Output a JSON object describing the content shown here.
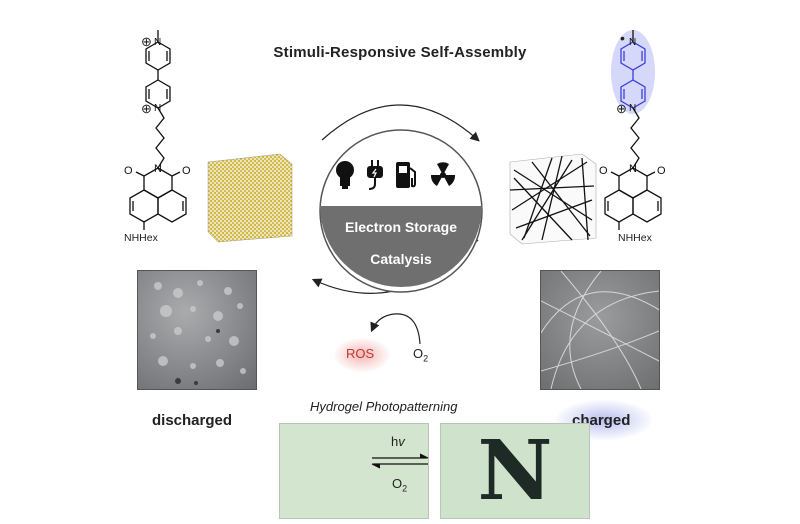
{
  "title": "Stimuli-Responsive Self-Assembly",
  "left_molecule": {
    "methyl": "—",
    "amine_label": "NHHex",
    "plus_top": "⊕",
    "plus_bottom": "⊕"
  },
  "right_molecule": {
    "radical_dot": "•",
    "amine_label": "NHHex",
    "plus_bottom": "⊕"
  },
  "center": {
    "line1": "Electron Storage",
    "line2": "Catalysis",
    "icons": [
      "lightbulb-icon",
      "plug-icon",
      "fuel-pump-icon",
      "radiation-icon"
    ]
  },
  "ros_label": "ROS",
  "o2_label": "O2",
  "left_state": "discharged",
  "right_state": "charged",
  "photopatterning": {
    "title": "Hydrogel Photopatterning",
    "forward_label": "hv",
    "reverse_label": "O2",
    "pattern_letter": "N"
  },
  "colors": {
    "circle_dark": "#6f6f6f",
    "ros_glow": "#f4b6b6",
    "charged_glow": "#b9bef0",
    "cube_yellow": "#c9a917",
    "radical_blue": "#3b3fd8",
    "gel_green": "#cfe3cc"
  }
}
